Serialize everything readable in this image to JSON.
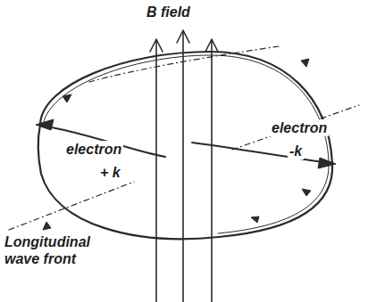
{
  "diagram": {
    "labels": [
      "B field",
      "electron",
      "+ k",
      "electron",
      "-k",
      "Longitudinal wave front"
    ]
  }
}
